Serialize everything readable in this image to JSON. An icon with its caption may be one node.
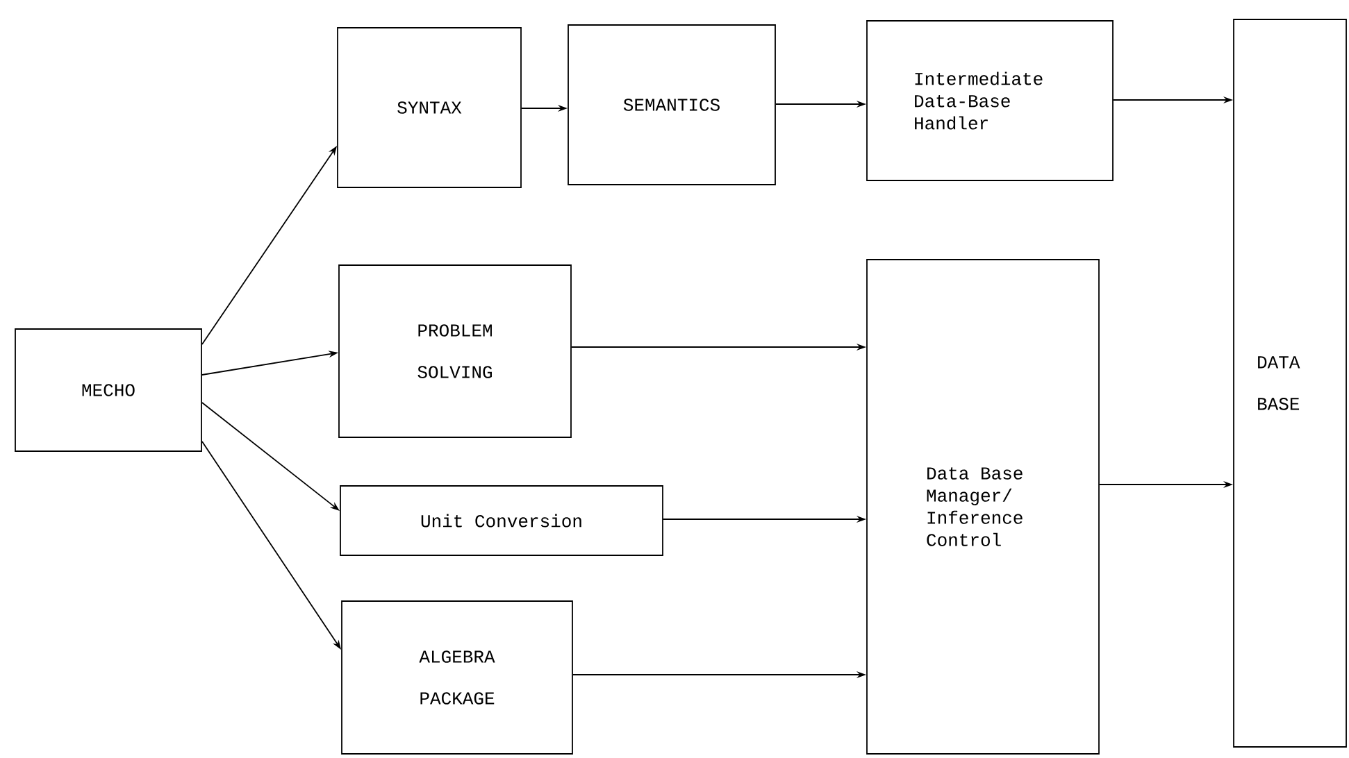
{
  "diagram": {
    "nodes": [
      {
        "text": [
          "MECHO"
        ]
      },
      {
        "text": [
          "SYNTAX"
        ]
      },
      {
        "text": [
          "SEMANTICS"
        ]
      },
      {
        "text": [
          "Intermediate Data-Base Handler"
        ]
      },
      {
        "text": [
          "PROBLEM SOLVING"
        ]
      },
      {
        "text": [
          "Unit Conversion"
        ]
      },
      {
        "text": [
          "ALGEBRA PACKAGE"
        ]
      },
      {
        "text": [
          "Data Base Manager/ Inference Control"
        ]
      },
      {
        "text": [
          "DATA BASE"
        ]
      }
    ],
    "edges": [
      {
        "from": 0,
        "to": 1,
        "arrow": "to"
      },
      {
        "from": 0,
        "to": 4,
        "arrow": "to"
      },
      {
        "from": 0,
        "to": 5,
        "arrow": "to"
      },
      {
        "from": 0,
        "to": 6,
        "arrow": "to"
      },
      {
        "from": 1,
        "to": 2,
        "arrow": "to"
      },
      {
        "from": 2,
        "to": 3,
        "arrow": "to"
      },
      {
        "from": 3,
        "to": 8,
        "arrow": "to"
      },
      {
        "from": 4,
        "to": 7,
        "arrow": "to"
      },
      {
        "from": 5,
        "to": 7,
        "arrow": "to"
      },
      {
        "from": 6,
        "to": 7,
        "arrow": "to"
      },
      {
        "from": 7,
        "to": 8,
        "arrow": "to"
      }
    ]
  }
}
